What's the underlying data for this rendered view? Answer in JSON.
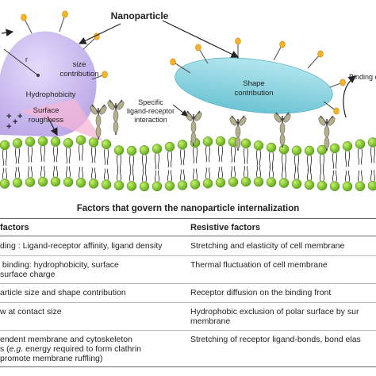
{
  "diagram": {
    "title": "Nanoparticle",
    "radius_label": "r",
    "size_label_1": "size",
    "size_label_2": "contribution",
    "hydrophobicity_label": "Hydrophobicity",
    "roughness_label_1": "Surface",
    "roughness_label_2": "roughness",
    "shape_label_1": "Shape",
    "shape_label_2": "contribution",
    "ligand_label_1": "Specific",
    "ligand_label_2": "ligand-receptor",
    "ligand_label_3": "interaction",
    "binding_label": "Binding ev",
    "colors": {
      "sphere": "#c9b8ee",
      "ellipse": "#8fd3e0",
      "lipid_head": "#8fcf2a",
      "ligand_head": "#f5b325",
      "receptor": "#b5b08a"
    }
  },
  "table": {
    "title": "Factors that govern the nanoparticle internalization",
    "header_left": "factors",
    "header_right": "Resistive factors",
    "rows": [
      {
        "left": "ding : Ligand-receptor affinity, ligand density",
        "right": "Stretching and elasticity of cell membrane"
      },
      {
        "left": " binding: hydrophobicity, surface\nsurface charge",
        "right": "Thermal fluctuation of cell membrane"
      },
      {
        "left": "article size and shape contribution",
        "right": "Receptor diffusion on the binding front"
      },
      {
        "left": "w at contact size",
        "right": "Hydrophobic exclusion of polar surface by sur\nmembrane"
      },
      {
        "left": "endent membrane and cytoskeleton\ns (e.g. energy required to form clathrin\npromote membrane ruffling)",
        "right": "Stretching of receptor ligand-bonds, bond elas"
      }
    ]
  }
}
